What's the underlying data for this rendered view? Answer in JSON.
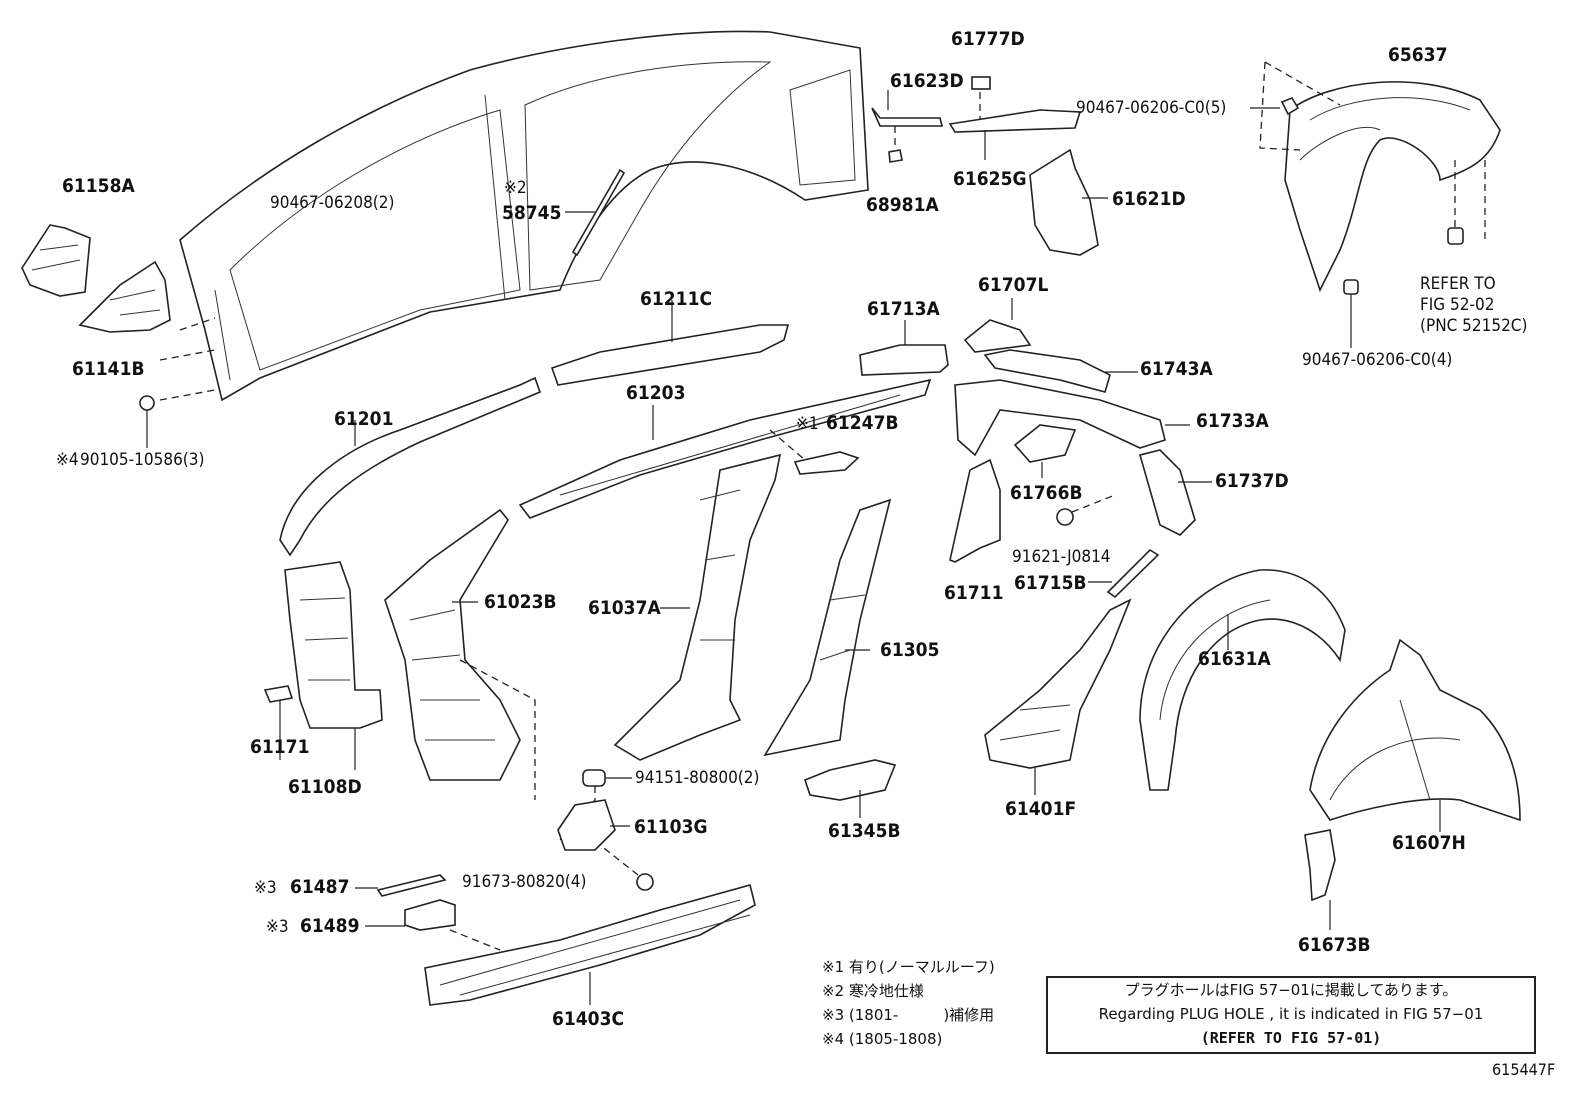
{
  "labels": {
    "p61158A": "61158A",
    "p61141B": "61141B",
    "p90467_06208": "90467-06208(2)",
    "p58745_mark": "※2",
    "p58745": "58745",
    "p61623D": "61623D",
    "p61777D": "61777D",
    "p68981A": "68981A",
    "p61625G": "61625G",
    "p61621D": "61621D",
    "p65637": "65637",
    "p90467_06206_5": "90467-06206-C0(5)",
    "refer_line1": "REFER TO",
    "refer_line2": "FIG 52-02",
    "refer_line3": "(PNC 52152C)",
    "p90467_06206_4": "90467-06206-C0(4)",
    "p90105_mark": "※4",
    "p90105": "90105-10586(3)",
    "p61211C": "61211C",
    "p61713A": "61713A",
    "p61707L": "61707L",
    "p61743A": "61743A",
    "p61201": "61201",
    "p61203": "61203",
    "p61247B_mark": "※1",
    "p61247B": "61247B",
    "p61733A": "61733A",
    "p61766B": "61766B",
    "p61737D": "61737D",
    "p91621": "91621-J0814",
    "p61711": "61711",
    "p61715B": "61715B",
    "p61023B": "61023B",
    "p61037A": "61037A",
    "p61305": "61305",
    "p61631A": "61631A",
    "p61171": "61171",
    "p61108D": "61108D",
    "p94151": "94151-80800(2)",
    "p61103G": "61103G",
    "p61345B": "61345B",
    "p61401F": "61401F",
    "p61607H": "61607H",
    "p61487_mark": "※3",
    "p61487": "61487",
    "p91673": "91673-80820(4)",
    "p61489_mark": "※3",
    "p61489": "61489",
    "p61403C": "61403C",
    "p61673B": "61673B"
  },
  "notes": [
    "※1 有り(ノーマルルーフ)",
    "※2 寒冷地仕様",
    "※3 (1801-　　　)補修用",
    "※4 (1805-1808)"
  ],
  "refer_box": {
    "line1": "プラグホールはFIG 57−01に掲載してあります。",
    "line2": "Regarding PLUG HOLE , it is indicated in FIG 57−01",
    "line3": "(REFER TO FIG 57-01)"
  },
  "figure_code": "615447F"
}
